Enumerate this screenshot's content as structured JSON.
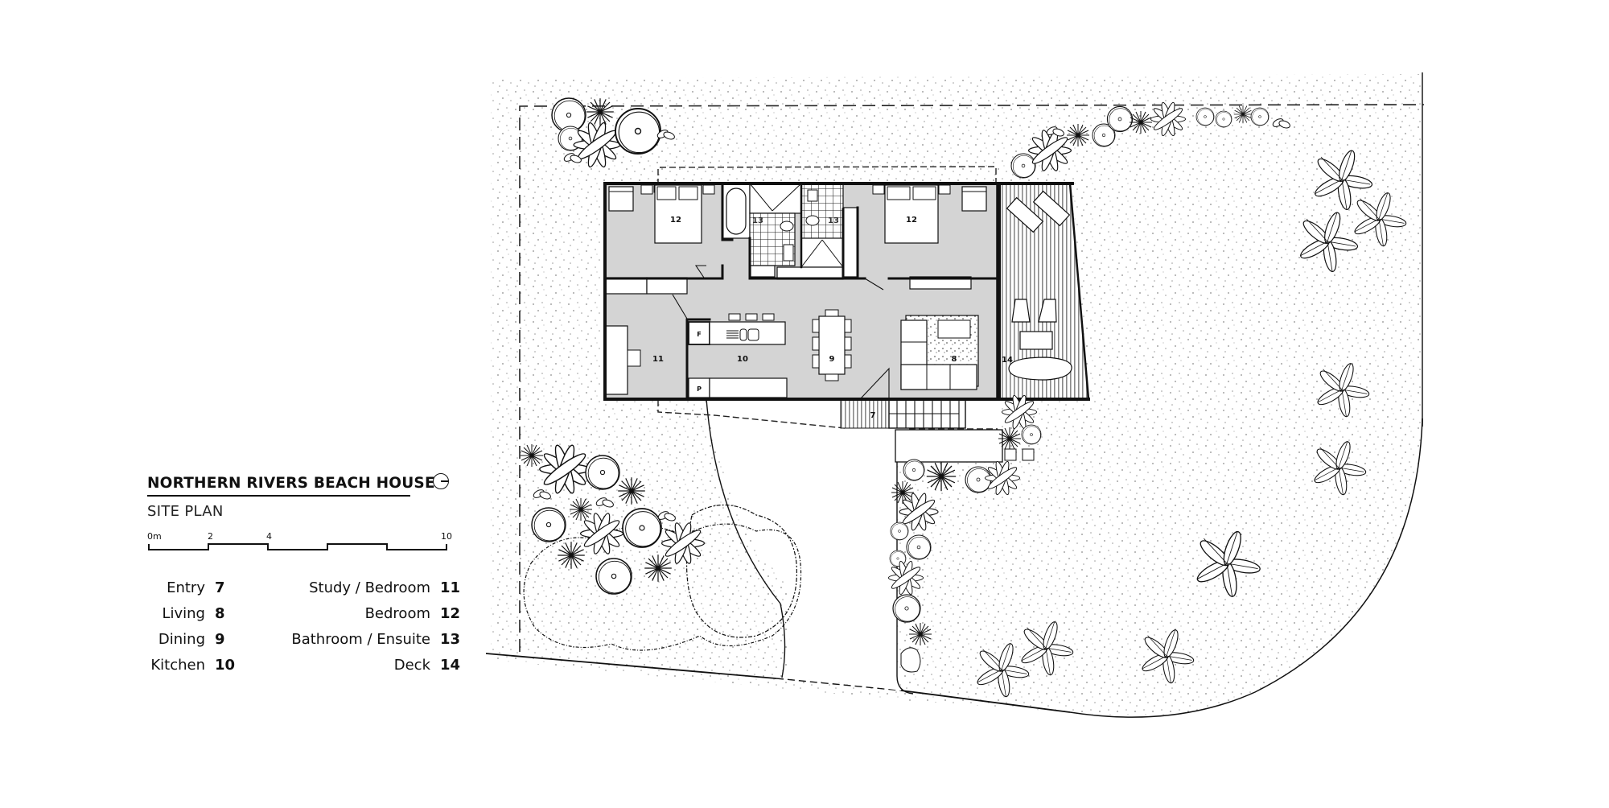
{
  "legend": {
    "title": "NORTHERN RIVERS BEACH HOUSE",
    "subtitle": "SITE PLAN",
    "north_icon": "north-arrow-icon",
    "scale": {
      "unit_label": "0m",
      "ticks": [
        "0m",
        "2",
        "4",
        "10"
      ]
    },
    "left_keys": [
      {
        "label": "Entry",
        "number": "7"
      },
      {
        "label": "Living",
        "number": "8"
      },
      {
        "label": "Dining",
        "number": "9"
      },
      {
        "label": "Kitchen",
        "number": "10"
      }
    ],
    "right_keys": [
      {
        "label": "Study / Bedroom",
        "number": "11"
      },
      {
        "label": "Bedroom",
        "number": "12"
      },
      {
        "label": "Bathroom / Ensuite",
        "number": "13"
      },
      {
        "label": "Deck",
        "number": "14"
      }
    ]
  },
  "plan": {
    "room_labels": {
      "bedroom_left": "12",
      "bedroom_right": "12",
      "ensuite_left": "13",
      "ensuite_right": "13",
      "study": "11",
      "kitchen": "10",
      "dining": "9",
      "living": "8",
      "entry": "7",
      "deck": "14",
      "fridge": "F",
      "pantry": "P"
    },
    "colors": {
      "floor": "#d4d4d4",
      "wall": "#111111",
      "ground_stipple": "#9a9a9a",
      "background": "#ffffff"
    }
  }
}
